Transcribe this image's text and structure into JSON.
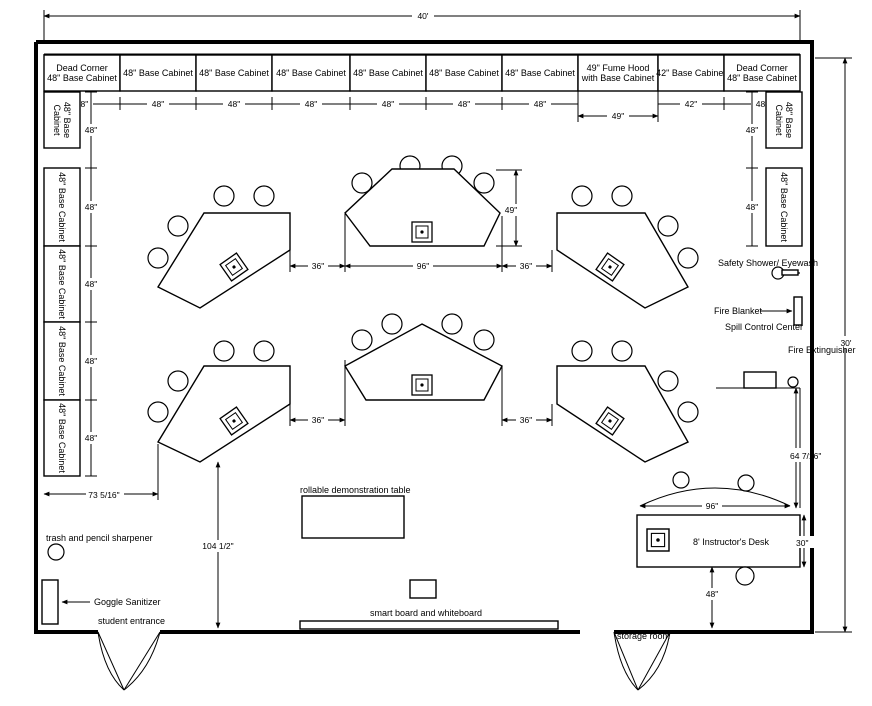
{
  "overall": {
    "width": "40'",
    "height": "30'"
  },
  "top_cabinets": [
    "Dead Corner\n48\" Base Cabinet",
    "48\" Base Cabinet",
    "48\" Base Cabinet",
    "48\" Base Cabinet",
    "48\" Base Cabinet",
    "48\" Base Cabinet",
    "48\" Base Cabinet",
    "49\" Fume Hood\nwith Base Cabinet",
    "42\" Base Cabinet",
    "Dead Corner\n48\" Base Cabinet"
  ],
  "top_dims": [
    "48\"",
    "48\"",
    "48\"",
    "48\"",
    "48\"",
    "48\"",
    "42\"",
    "48\""
  ],
  "fume_hood_dim": "49\"",
  "left_cabinets": [
    "48\" Base\nCabinet",
    "48\" Base Cabinet",
    "48\" Base Cabinet",
    "48\" Base Cabinet",
    "48\" Base Cabinet"
  ],
  "left_dims": [
    "48\"",
    "48\"",
    "48\"",
    "48\"",
    "48\""
  ],
  "right_cabinets": [
    "48\" Base\nCabinet",
    "48\" Base Cabinet"
  ],
  "right_dims": [
    "48\"",
    "48\""
  ],
  "table_dims": {
    "gap": "36\"",
    "width": "96\"",
    "depth": "49\""
  },
  "right_wall_items": {
    "safety_shower": "Safety\nShower/\nEyewash",
    "fire_blanket": "Fire Blanket",
    "spill_control": "Spill Control Center",
    "fire_extinguisher": "Fire Extinguisher"
  },
  "instructor": {
    "desk": "8' Instructor's Desk",
    "width": "96\"",
    "depth": "30\"",
    "side_gap": "64 7/16\"",
    "front_gap": "48\""
  },
  "demo_table": "rollable demonstration table",
  "trash": "trash and pencil sharpener",
  "goggle": "Goggle Sanitizer",
  "student_entrance": "student entrance",
  "storage_room": "storage room",
  "smartboard": "smart board and whiteboard",
  "left_offset": "73 5/16\"",
  "vertical_offset": "104 1/2\""
}
